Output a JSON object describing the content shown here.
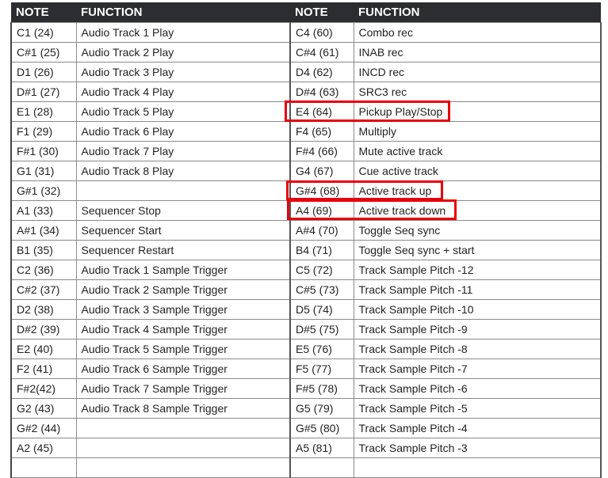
{
  "headers": [
    "NOTE",
    "FUNCTION",
    "NOTE",
    "FUNCTION"
  ],
  "rows": [
    {
      "note1": "C1 (24)",
      "func1": "Audio Track 1 Play",
      "note2": "C4 (60)",
      "func2": "Combo rec"
    },
    {
      "note1": "C#1 (25)",
      "func1": "Audio Track 2 Play",
      "note2": "C#4 (61)",
      "func2": "INAB rec"
    },
    {
      "note1": "D1 (26)",
      "func1": "Audio Track 3 Play",
      "note2": "D4 (62)",
      "func2": "INCD rec"
    },
    {
      "note1": "D#1 (27)",
      "func1": "Audio Track 4 Play",
      "note2": "D#4 (63)",
      "func2": "SRC3 rec"
    },
    {
      "note1": "E1 (28)",
      "func1": "Audio Track 5 Play",
      "note2": "E4 (64)",
      "func2": "Pickup Play/Stop"
    },
    {
      "note1": "F1 (29)",
      "func1": "Audio Track 6 Play",
      "note2": "F4 (65)",
      "func2": "Multiply"
    },
    {
      "note1": "F#1 (30)",
      "func1": "Audio Track 7 Play",
      "note2": "F#4 (66)",
      "func2": "Mute active track"
    },
    {
      "note1": "G1 (31)",
      "func1": "Audio Track 8 Play",
      "note2": "G4 (67)",
      "func2": "Cue active track"
    },
    {
      "note1": "G#1 (32)",
      "func1": "",
      "note2": "G#4 (68)",
      "func2": "Active track up"
    },
    {
      "note1": "A1 (33)",
      "func1": "Sequencer Stop",
      "note2": "A4 (69)",
      "func2": "Active track down"
    },
    {
      "note1": "A#1 (34)",
      "func1": "Sequencer Start",
      "note2": "A#4 (70)",
      "func2": "Toggle Seq sync"
    },
    {
      "note1": "B1 (35)",
      "func1": "Sequencer Restart",
      "note2": "B4 (71)",
      "func2": "Toggle Seq sync + start"
    },
    {
      "note1": "C2 (36)",
      "func1": "Audio Track 1  Sample Trigger",
      "note2": "C5 (72)",
      "func2": "Track Sample Pitch -12"
    },
    {
      "note1": "C#2 (37)",
      "func1": "Audio Track 2  Sample Trigger",
      "note2": "C#5 (73)",
      "func2": "Track Sample Pitch -11"
    },
    {
      "note1": "D2 (38)",
      "func1": "Audio Track 3  Sample Trigger",
      "note2": "D5 (74)",
      "func2": "Track Sample Pitch -10"
    },
    {
      "note1": "D#2 (39)",
      "func1": "Audio Track 4  Sample Trigger",
      "note2": "D#5 (75)",
      "func2": "Track Sample Pitch -9"
    },
    {
      "note1": "E2 (40)",
      "func1": "Audio Track 5  Sample Trigger",
      "note2": "E5 (76)",
      "func2": "Track Sample Pitch -8"
    },
    {
      "note1": "F2 (41)",
      "func1": "Audio Track 6  Sample Trigger",
      "note2": "F5 (77)",
      "func2": "Track Sample Pitch -7"
    },
    {
      "note1": "F#2(42)",
      "func1": "Audio Track 7  Sample Trigger",
      "note2": "F#5 (78)",
      "func2": "Track Sample Pitch -6"
    },
    {
      "note1": "G2 (43)",
      "func1": "Audio Track 8  Sample Trigger",
      "note2": "G5 (79)",
      "func2": "Track Sample Pitch -5"
    },
    {
      "note1": "G#2 (44)",
      "func1": "",
      "note2": "G#5 (80)",
      "func2": "Track Sample Pitch -4"
    },
    {
      "note1": "A2 (45)",
      "func1": "",
      "note2": "A5 (81)",
      "func2": "Track Sample Pitch -3"
    }
  ],
  "highlight_color": "#e8000b"
}
